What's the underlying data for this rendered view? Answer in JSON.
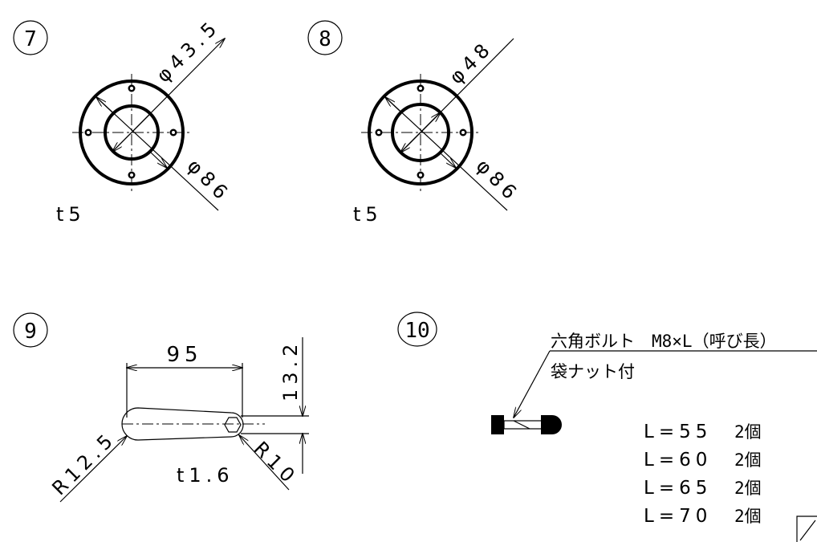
{
  "parts": [
    {
      "number": "7",
      "inner_dim": "φ43.5",
      "outer_dim": "φ86",
      "thickness": "t5"
    },
    {
      "number": "8",
      "inner_dim": "φ48",
      "outer_dim": "φ86",
      "thickness": "t5"
    },
    {
      "number": "9",
      "length_dim": "95",
      "height_dim": "13.2",
      "r_large": "R12.5",
      "r_small": "R10",
      "thickness": "t1.6"
    },
    {
      "number": "10"
    }
  ],
  "bolt": {
    "title": "六角ボルト　M8×L（呼び長）",
    "subtitle": "袋ナット付",
    "lengths": [
      {
        "label": "L=55",
        "qty": "2個"
      },
      {
        "label": "L=60",
        "qty": "2個"
      },
      {
        "label": "L=65",
        "qty": "2個"
      },
      {
        "label": "L=70",
        "qty": "2個"
      }
    ]
  }
}
